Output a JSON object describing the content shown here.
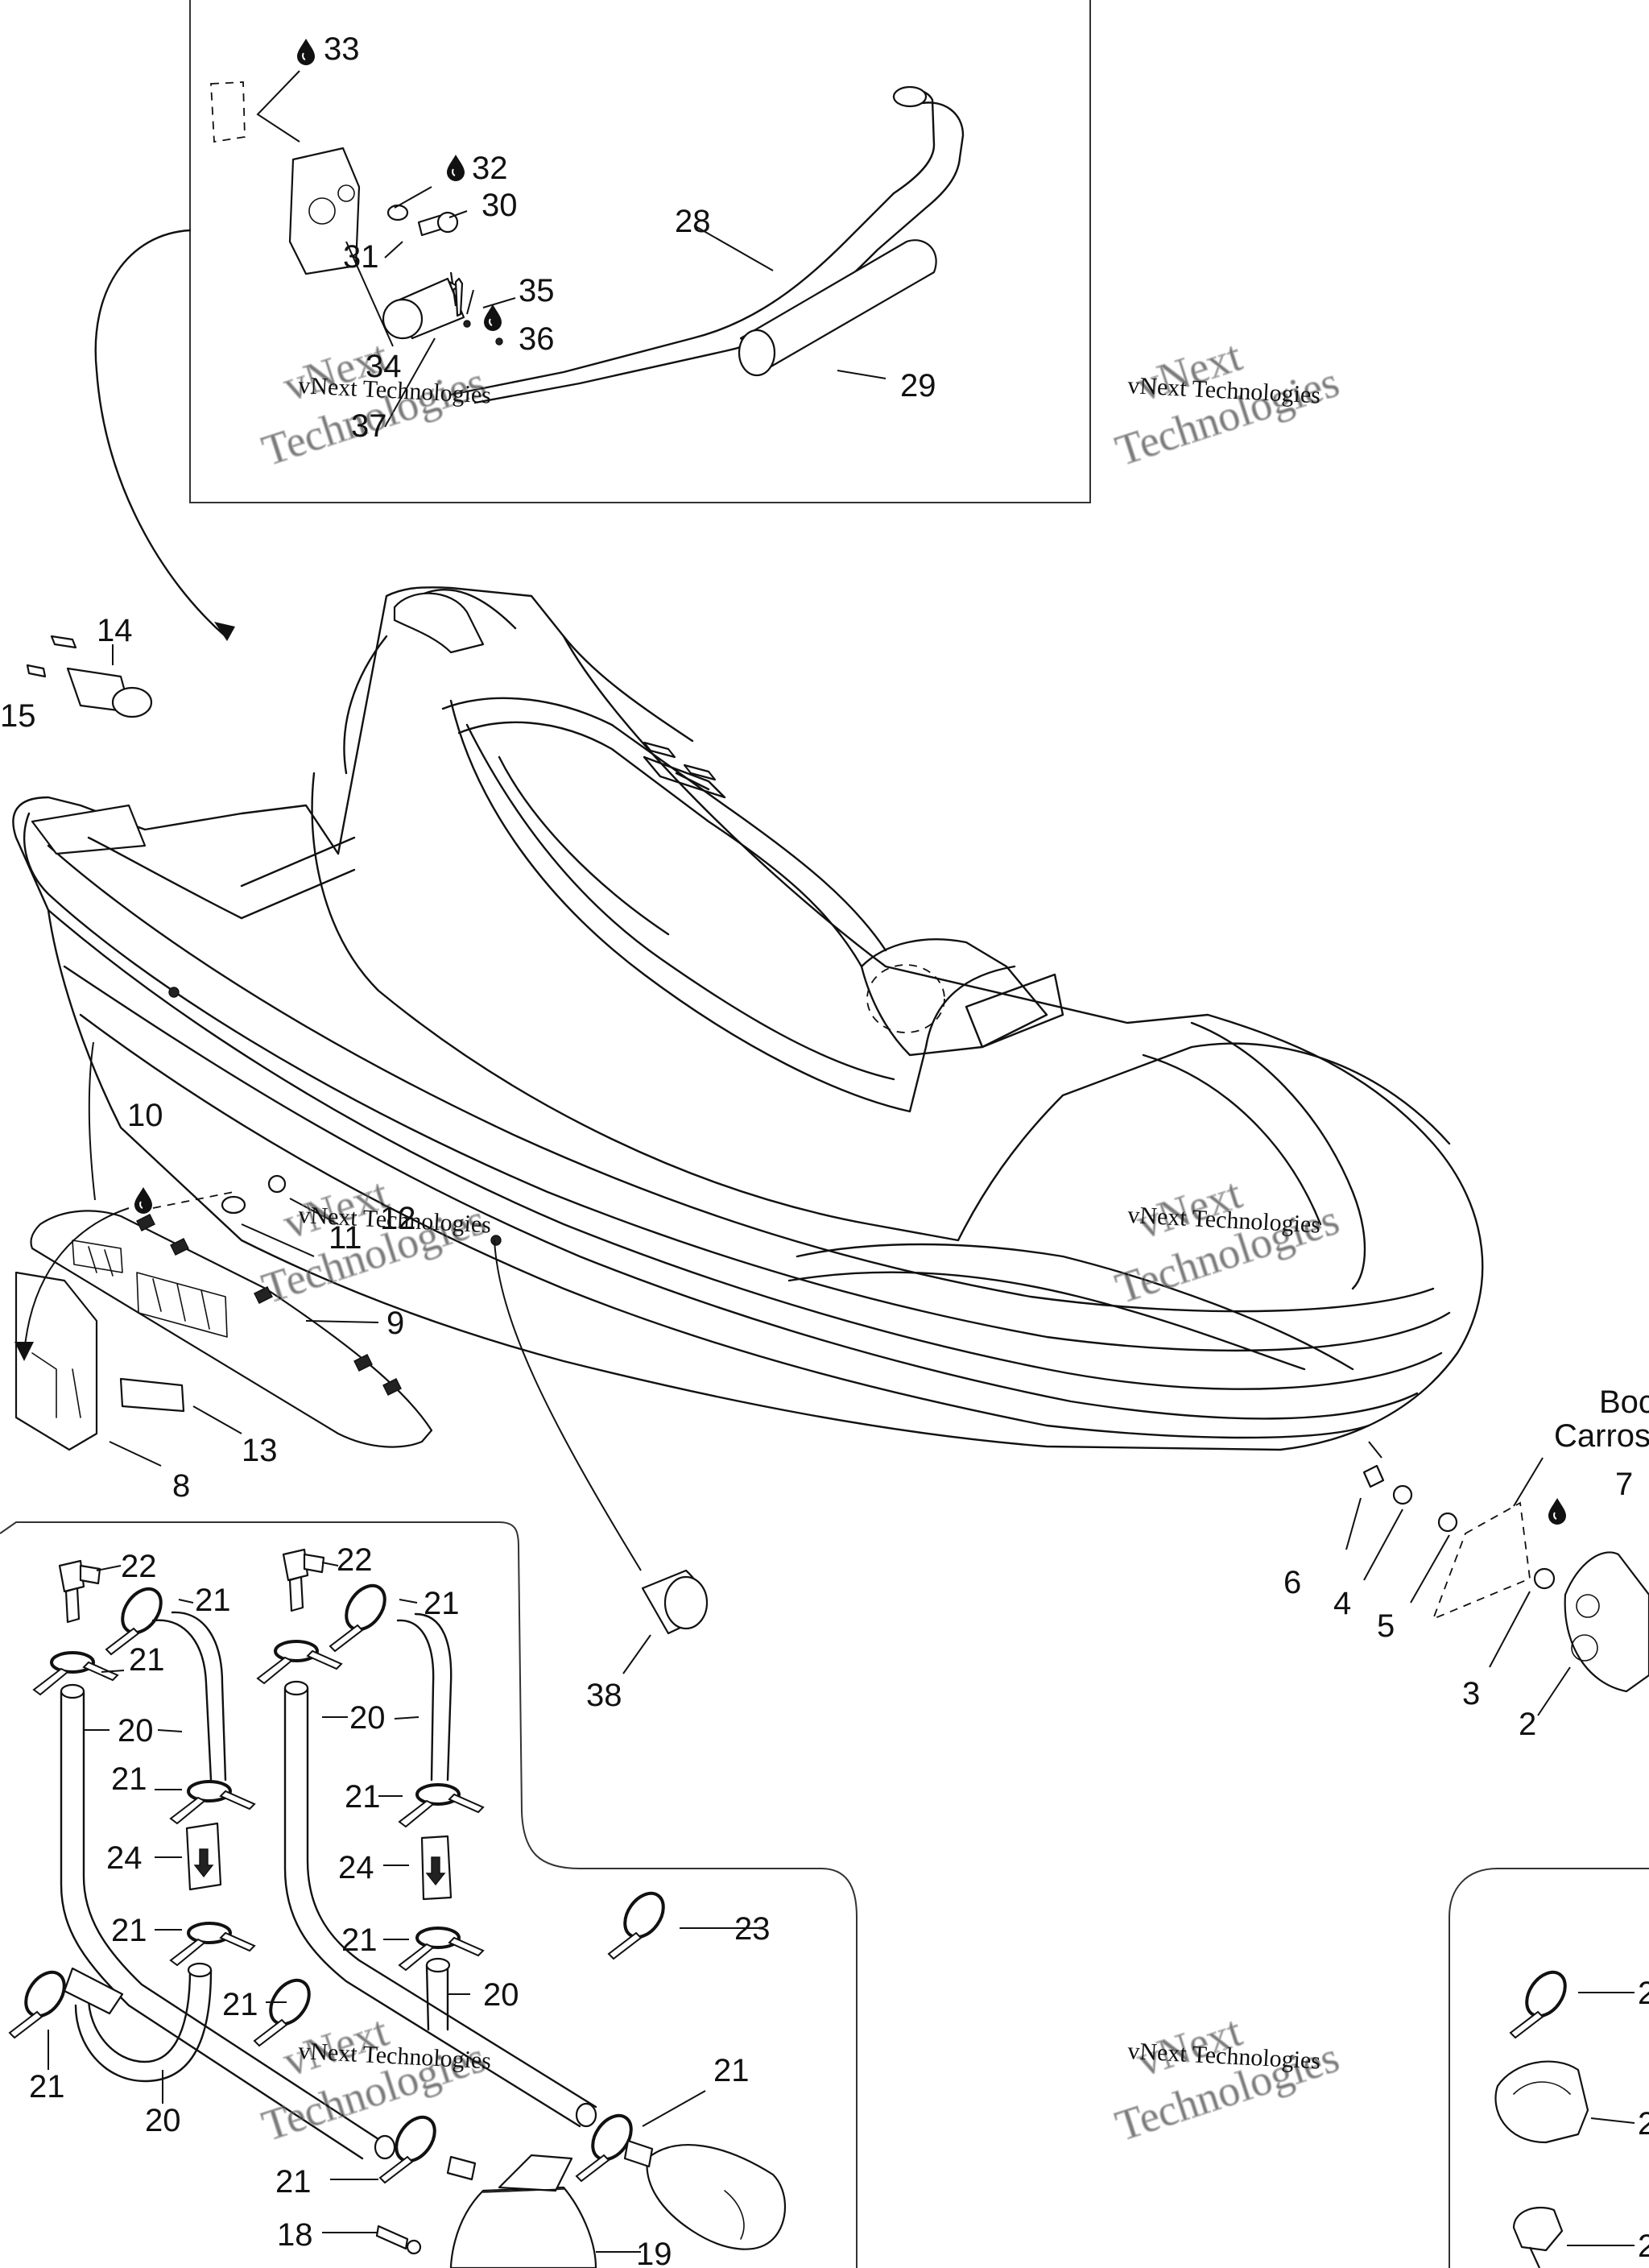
{
  "watermark": {
    "line1": "vNext Technologies",
    "line2": "Technologies",
    "line3": "vNext"
  },
  "labels": {
    "l33": "33",
    "l32": "32",
    "l30": "30",
    "l31": "31",
    "l28": "28",
    "l35": "35",
    "l36": "36",
    "l34": "34",
    "l37": "37",
    "l29": "29",
    "l14": "14",
    "l15": "15",
    "l10": "10",
    "l12": "12",
    "l11": "11",
    "l9": "9",
    "l13": "13",
    "l8": "8",
    "l38": "38",
    "l6": "6",
    "l4": "4",
    "l5": "5",
    "l3": "3",
    "l2": "2",
    "l7": "7",
    "body_en": "Boc",
    "body_fr": "Carros",
    "l22a": "22",
    "l22b": "22",
    "l21a": "21",
    "l21b": "21",
    "l21c": "21",
    "l21d": "21",
    "l21e": "21",
    "l21f": "21",
    "l21g": "21",
    "l21h": "21",
    "l21i": "21",
    "l21j": "21",
    "l21k": "21",
    "l20a": "20",
    "l20b": "20",
    "l20c": "20",
    "l20d": "20",
    "l24a": "24",
    "l24b": "24",
    "l23": "23",
    "l18": "18",
    "l19": "19",
    "r2a": "2",
    "r2b": "2",
    "r2c": "2"
  },
  "icons": {
    "drop": "drop-icon"
  }
}
